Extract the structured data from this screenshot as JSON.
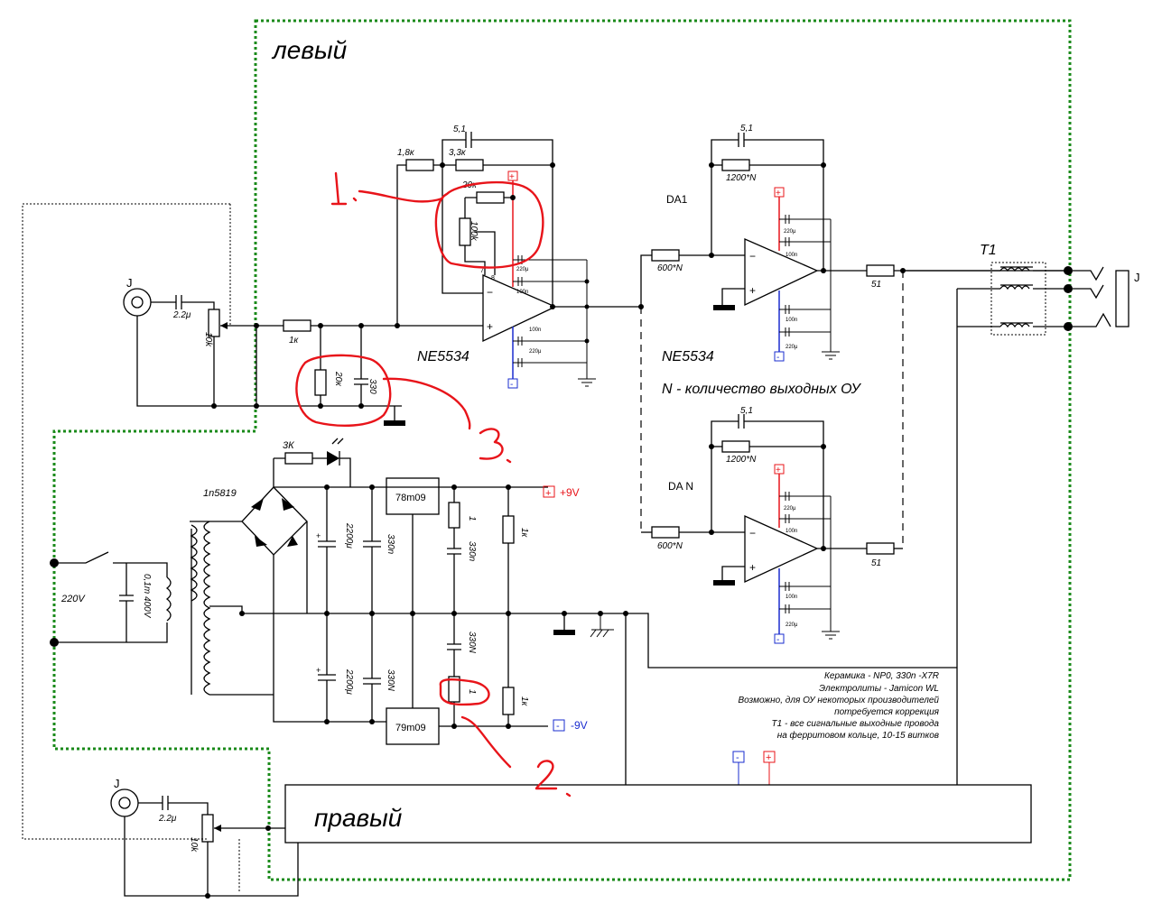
{
  "labels": {
    "left_channel": "левый",
    "right_channel": "правый",
    "jack": "J",
    "cap_input": "2.2μ",
    "pot": "10k",
    "r_input": "1к",
    "r_shunt": "20к",
    "c_shunt": "330",
    "r_feedback_1": "1,8к",
    "r_feedback_2": "3,3к",
    "c_feedback": "5,1",
    "r_trim": "20к",
    "pot_trim": "100k",
    "opamp_1": "NE5534",
    "opamp_2": "NE5534",
    "pin_7": "7",
    "pin_8": "8",
    "cap_220u": "220μ",
    "cap_100n": "100n",
    "da1": "DA1",
    "dan": "DA N",
    "r_600": "600*N",
    "r_1200": "1200*N",
    "c_5_1": "5,1",
    "r_51": "51",
    "n_note": "N - количество выходных ОУ",
    "t1": "T1",
    "resistor_3k": "3К",
    "diode": "1n5819",
    "mains": "220V",
    "c_mains": "0,1m 400V",
    "c_2200": "2200μ",
    "c_330n": "330n",
    "c_330N": "330N",
    "reg_pos": "78m09",
    "reg_neg": "79m09",
    "r_1": "1",
    "r_1k": "1к",
    "plus_9v": "+9V",
    "minus_9v": "-9V",
    "plus_sign": "+",
    "minus_sign": "-"
  },
  "notes": [
    "Керамика - NP0, 330n -X7R",
    "Электролиты - Jamicon WL",
    "Возможно, для ОУ некоторых производителей",
    "потребуется коррекция",
    "T1 - все сигнальные выходные провода",
    "на ферритовом кольце, 10-15 витков"
  ],
  "annotations": [
    "1.",
    "2.",
    "3."
  ],
  "colors": {
    "annotation": "#e8141a",
    "positive_rail": "#e8141a",
    "negative_rail": "#1a2ccf",
    "shield": "#1a8a1a"
  }
}
